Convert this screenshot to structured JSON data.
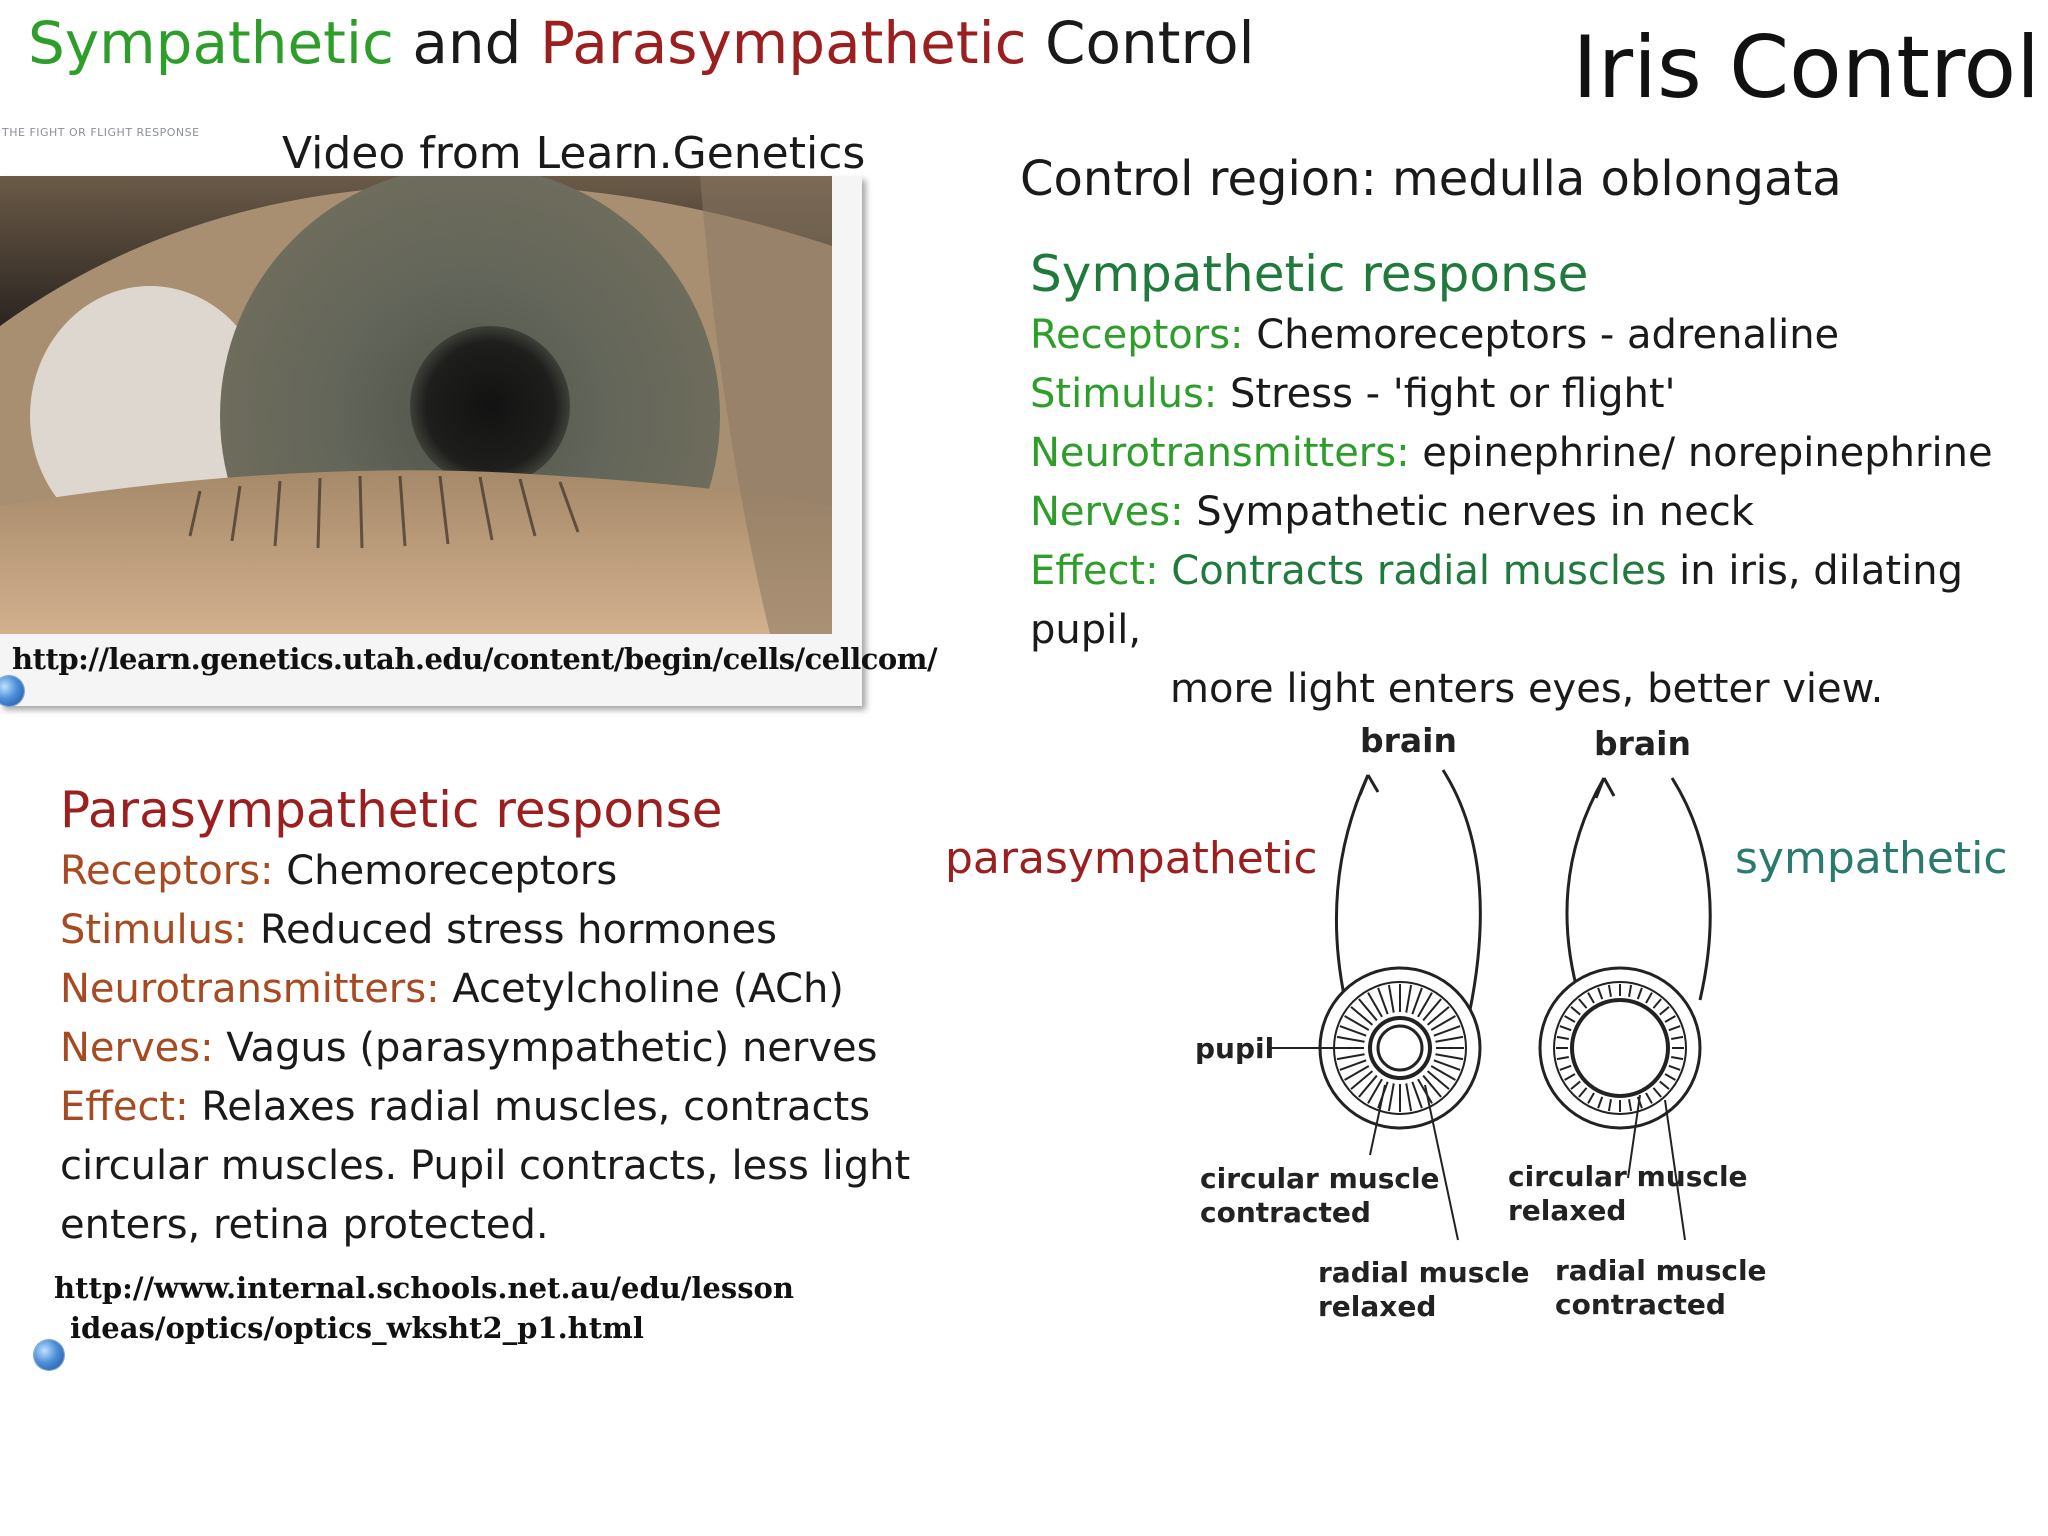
{
  "header": {
    "title_part1": "Sympathetic",
    "title_part2": " and ",
    "title_part3": "Parasympathetic",
    "title_part4": " Control",
    "big_title": "Iris Control"
  },
  "video": {
    "mini_caption": "THE FIGHT OR FLIGHT RESPONSE",
    "caption": "Video from Learn.Genetics",
    "url": "http://learn.genetics.utah.edu/content/begin/cells/cellcom/"
  },
  "control_region": "Control region: medulla oblongata",
  "sympathetic": {
    "heading": "Sympathetic response",
    "receptors_label": "Receptors:",
    "receptors_value": " Chemoreceptors - adrenaline",
    "stimulus_label": "Stimulus:",
    "stimulus_value": " Stress - 'fight or flight'",
    "neuro_label": "Neurotransmitters:",
    "neuro_value": " epinephrine/ norepinephrine",
    "nerves_label": "Nerves:",
    "nerves_value": " Sympathetic nerves in neck",
    "effect_label": "Effect:",
    "effect_highlight": " Contracts radial muscles",
    "effect_value": " in iris, dilating pupil,",
    "effect_value2": "more light enters eyes, better view."
  },
  "parasympathetic": {
    "heading": "Parasympathetic response",
    "receptors_label": "Receptors:",
    "receptors_value": " Chemoreceptors",
    "stimulus_label": "Stimulus:",
    "stimulus_value": " Reduced stress hormones",
    "neuro_label": "Neurotransmitters:",
    "neuro_value": " Acetylcholine (ACh)",
    "nerves_label": "Nerves:",
    "nerves_value": " Vagus (parasympathetic) nerves",
    "effect_label": "Effect:",
    "effect_value": " Relaxes radial muscles, contracts circular muscles. Pupil contracts, less light enters, retina protected."
  },
  "reference2": {
    "line1": "http://www.internal.schools.net.au/edu/lesson",
    "line2": "ideas/optics/optics_wksht2_p1.html"
  },
  "diagram": {
    "brain_left": "brain",
    "brain_right": "brain",
    "parasympathetic_label": "parasympathetic",
    "sympathetic_label": "sympathetic",
    "pupil": "pupil",
    "circ_contracted_1": "circular muscle",
    "circ_contracted_2": "contracted",
    "circ_relaxed_1": "circular muscle",
    "circ_relaxed_2": "relaxed",
    "radial_relaxed_1": "radial muscle",
    "radial_relaxed_2": "relaxed",
    "radial_contracted_1": "radial muscle",
    "radial_contracted_2": "contracted"
  },
  "colors": {
    "sympathetic": "#2e9e2a",
    "parasympathetic": "#9c1f1f",
    "label_rust": "#a84a21",
    "diagram_teal": "#2a7a6e"
  }
}
